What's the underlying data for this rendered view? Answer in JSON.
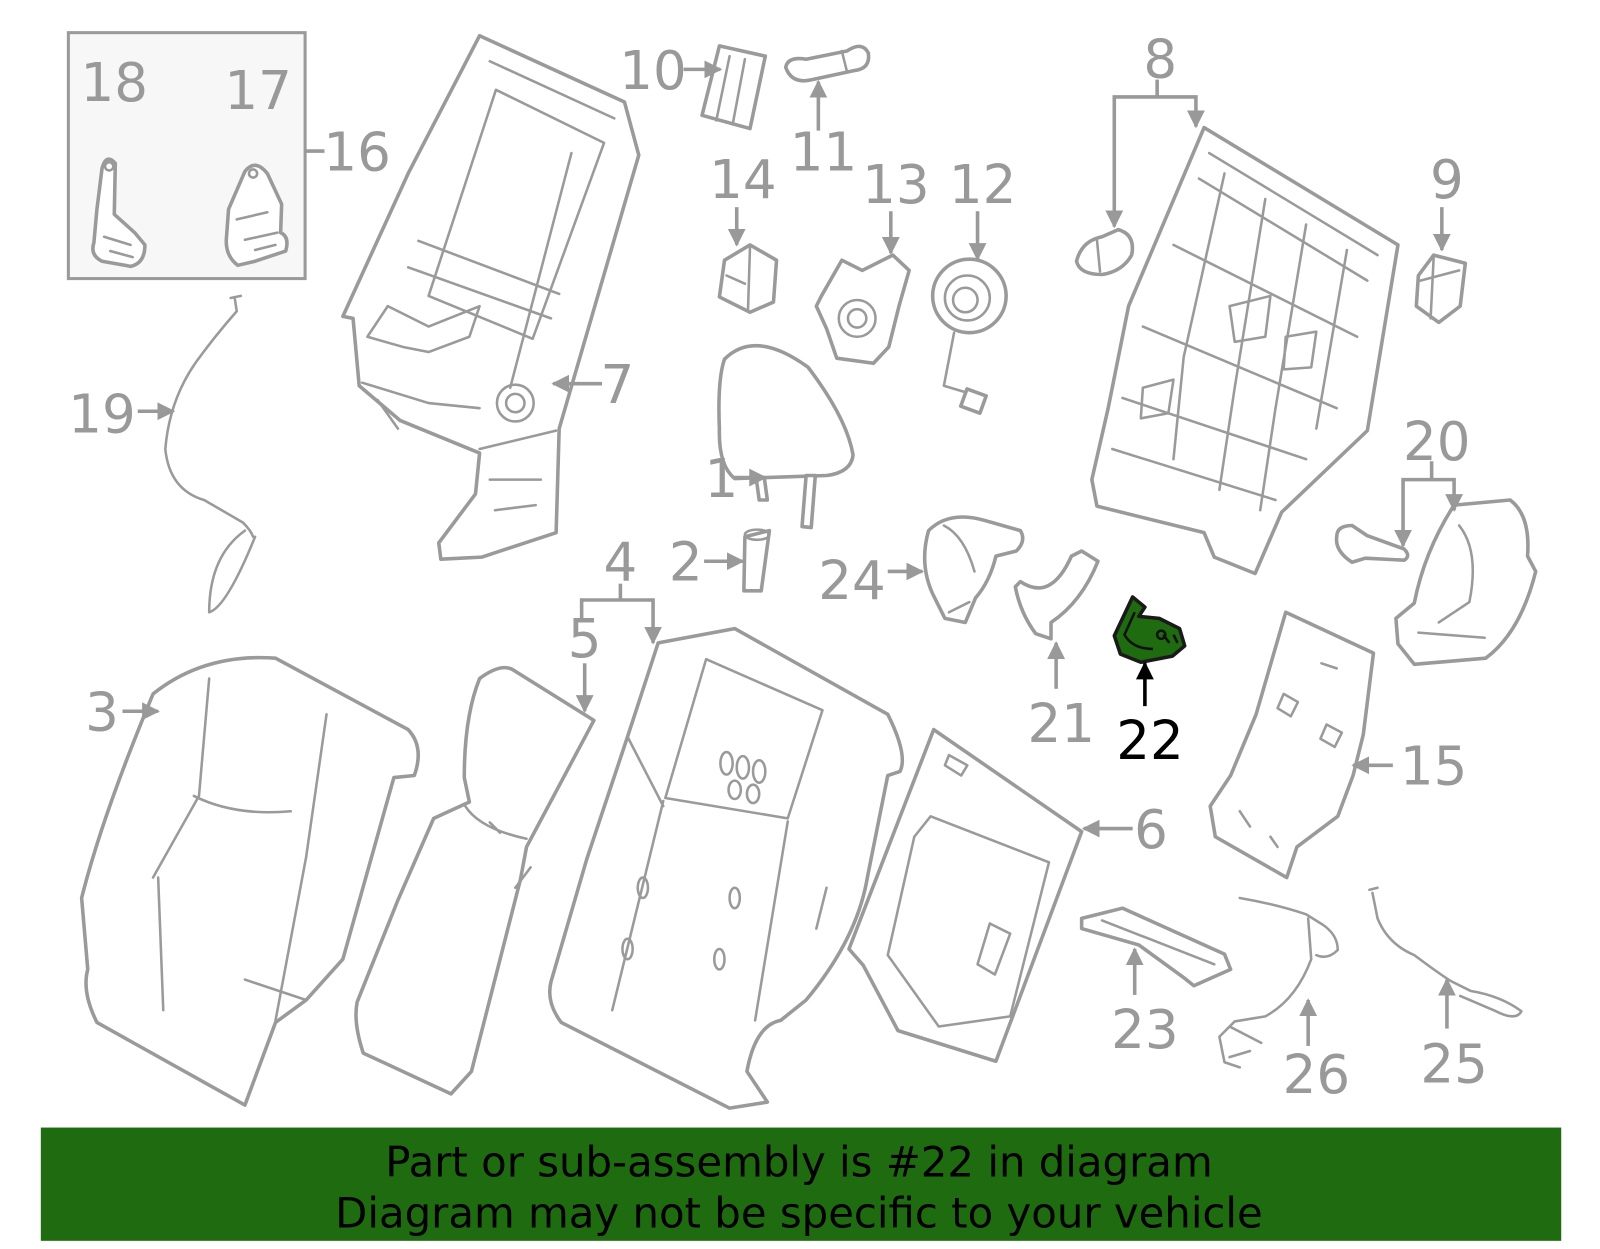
{
  "callouts": [
    "1",
    "2",
    "3",
    "4",
    "5",
    "6",
    "7",
    "8",
    "9",
    "10",
    "11",
    "12",
    "13",
    "14",
    "15",
    "16",
    "17",
    "18",
    "19",
    "20",
    "21",
    "22",
    "23",
    "24",
    "25",
    "26"
  ],
  "banner": {
    "line1": "Part or sub-assembly is #22 in diagram",
    "line2": "Diagram may not be specific to your vehicle"
  },
  "colors": {
    "line": "#9a9a9a",
    "highlight_part": "#1f6b10",
    "banner_background": "#1f6b10",
    "highlight_label": "#000000"
  }
}
